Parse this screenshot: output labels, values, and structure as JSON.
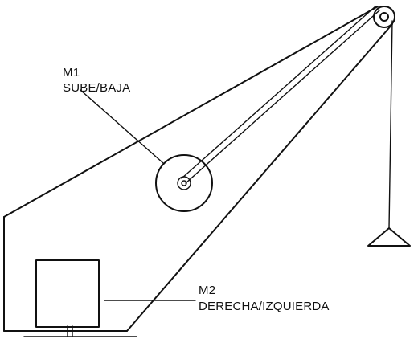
{
  "labels": {
    "m1": {
      "name": "M1",
      "function": "SUBE/BAJA"
    },
    "m2": {
      "name": "M2",
      "function": "DERECHA/IZQUIERDA"
    }
  },
  "colors": {
    "ink": "#111111",
    "paper": "#ffffff"
  }
}
